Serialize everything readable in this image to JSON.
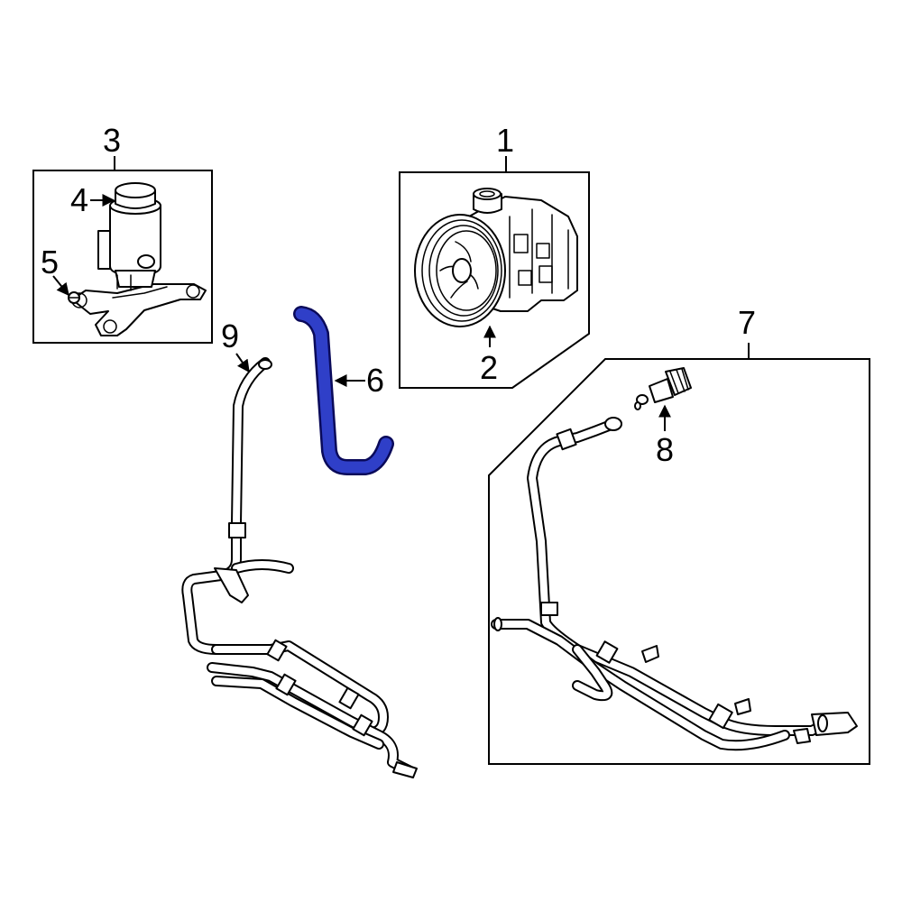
{
  "diagram": {
    "highlight_color": "#2f3fc8",
    "line_color": "#000000",
    "background": "#ffffff",
    "callouts": [
      {
        "id": "1",
        "label": "1"
      },
      {
        "id": "2",
        "label": "2"
      },
      {
        "id": "3",
        "label": "3"
      },
      {
        "id": "4",
        "label": "4"
      },
      {
        "id": "5",
        "label": "5"
      },
      {
        "id": "6",
        "label": "6"
      },
      {
        "id": "7",
        "label": "7"
      },
      {
        "id": "8",
        "label": "8"
      },
      {
        "id": "9",
        "label": "9"
      }
    ]
  }
}
